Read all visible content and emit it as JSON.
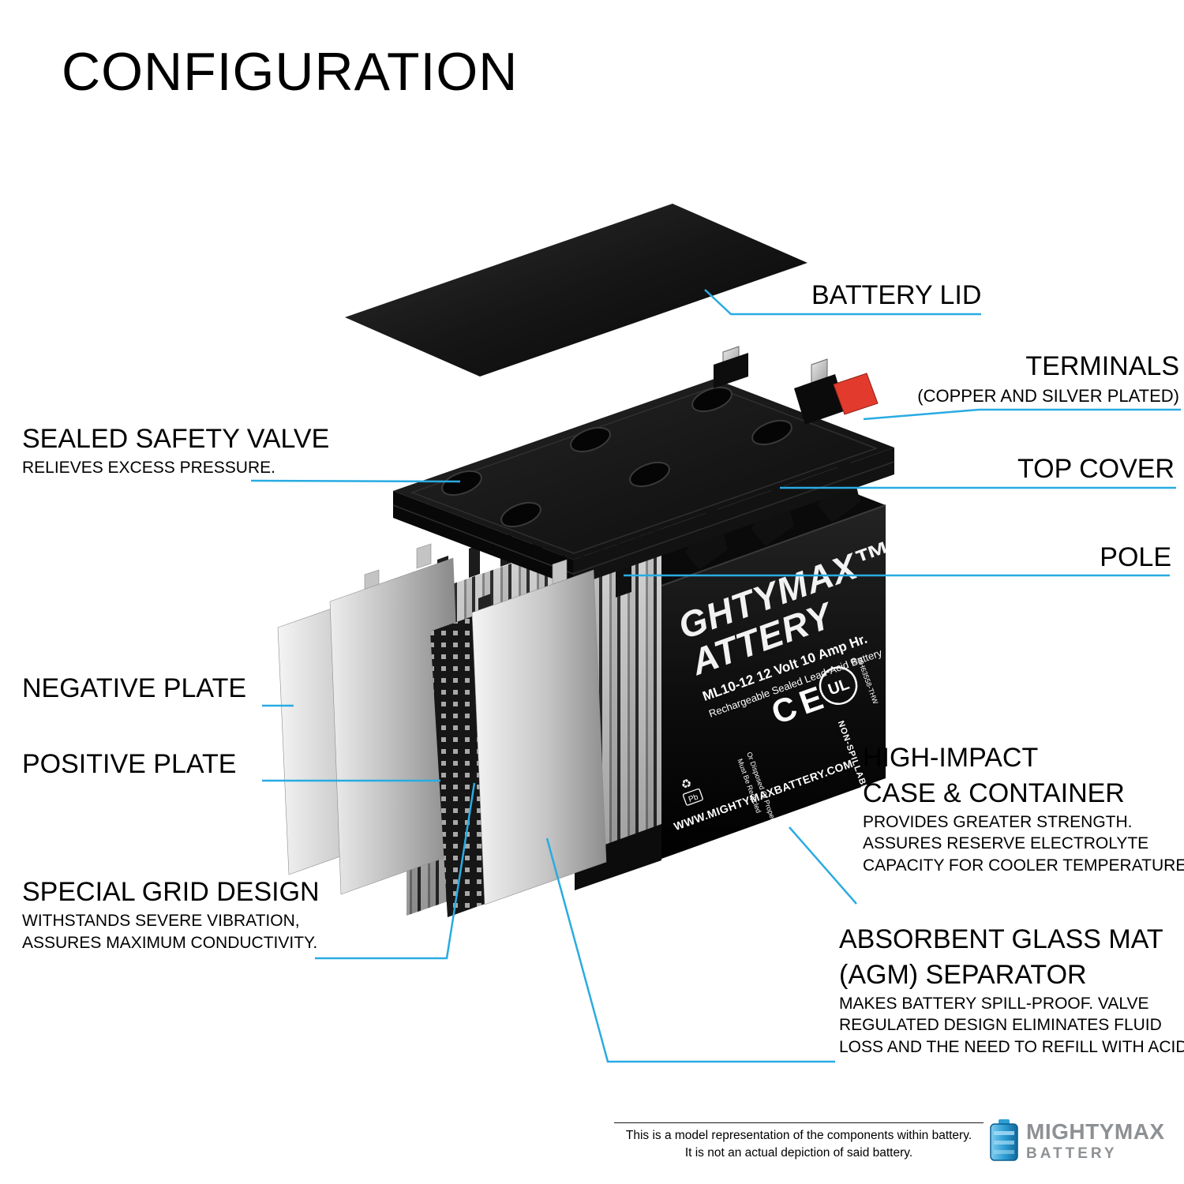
{
  "title": "CONFIGURATION",
  "colors": {
    "accent": "#29abe2",
    "logo_gray": "#8e9194",
    "terminal_red": "#e23b2e",
    "battery_blue": "#2e9fd4"
  },
  "labels": {
    "lid": {
      "heading": "BATTERY LID"
    },
    "terminals": {
      "heading": "TERMINALS",
      "sub": [
        "(COPPER AND SILVER PLATED)"
      ]
    },
    "valve": {
      "heading": "SEALED SAFETY VALVE",
      "sub": [
        "RELIEVES EXCESS PRESSURE."
      ]
    },
    "top_cover": {
      "heading": "TOP COVER"
    },
    "pole": {
      "heading": "POLE"
    },
    "negative_plate": {
      "heading": "NEGATIVE PLATE"
    },
    "positive_plate": {
      "heading": "POSITIVE PLATE"
    },
    "grid": {
      "heading": "SPECIAL GRID DESIGN",
      "sub": [
        "WITHSTANDS SEVERE VIBRATION,",
        "ASSURES MAXIMUM CONDUCTIVITY."
      ]
    },
    "case": {
      "heading": [
        "HIGH-IMPACT",
        "CASE & CONTAINER"
      ],
      "sub": [
        "PROVIDES GREATER STRENGTH.",
        "ASSURES RESERVE ELECTROLYTE",
        "CAPACITY FOR COOLER TEMPERATURES."
      ]
    },
    "agm": {
      "heading": [
        "ABSORBENT GLASS MAT",
        "(AGM) SEPARATOR"
      ],
      "sub": [
        "MAKES BATTERY SPILL-PROOF. VALVE",
        "REGULATED DESIGN ELIMINATES FLUID",
        "LOSS AND THE NEED TO REFILL WITH ACID."
      ]
    }
  },
  "battery": {
    "brand_top": "GHTYMAX™",
    "brand_bottom": "ATTERY",
    "model": "ML10-12  12 Volt 10 Amp Hr.",
    "type": "Rechargeable Sealed Lead-Acid Battery",
    "ce": "CE",
    "ul": "UL",
    "reg": "®",
    "ul_code": "MH63558-THW",
    "non_spillable": "NON-SPILLABLE",
    "recycle1": "Must Be Recycled",
    "recycle2": "Or Disposed Of Properly",
    "website": "WWW.MIGHTYMAXBATTERY.COM",
    "recycle_icon": "♻",
    "pb": "Pb"
  },
  "footer": {
    "disclaimer1": "This is a model representation of the components within battery.",
    "disclaimer2": "It is not an actual depiction of said battery.",
    "brand_name": "MIGHTYMAX",
    "brand_word": "BATTERY"
  }
}
